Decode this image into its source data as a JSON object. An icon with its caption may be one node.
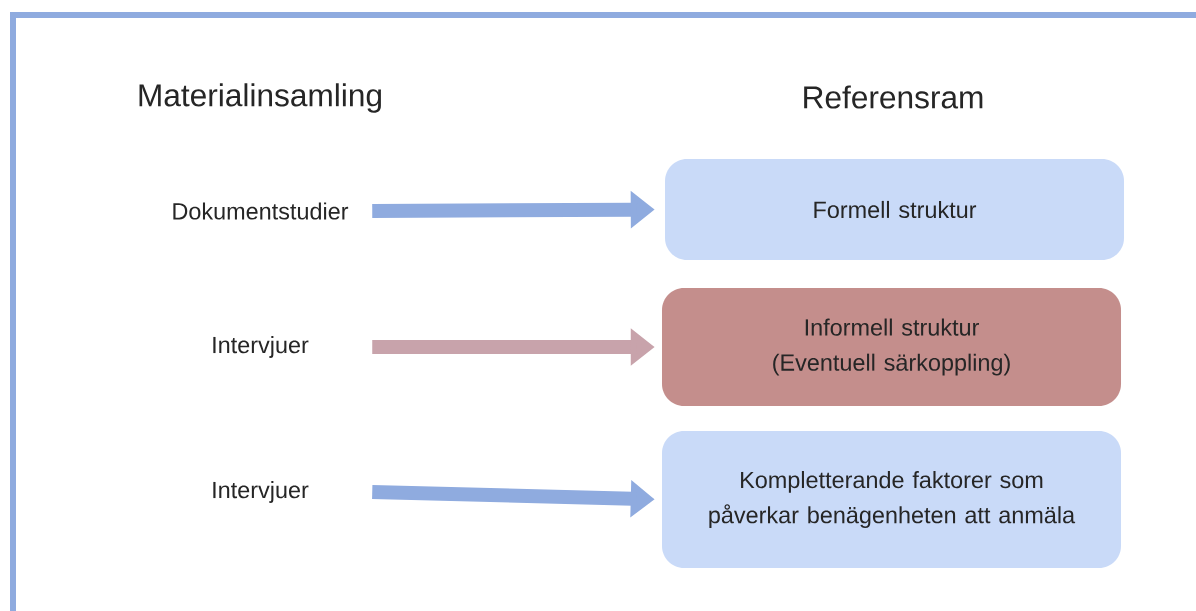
{
  "diagram": {
    "nodes": [
      {
        "text": [
          "Dokumentstudier"
        ]
      },
      {
        "text": [
          "Intervjuer"
        ]
      },
      {
        "text": [
          "Intervjuer"
        ]
      },
      {
        "text": [
          "Formell struktur"
        ]
      },
      {
        "text": [
          "Informell struktur (Eventuell särkoppling)"
        ]
      },
      {
        "text": [
          "Kompletterande faktorer som påverkar benägenheten att anmäla"
        ]
      }
    ],
    "edges": [
      {
        "from": 0,
        "to": 3,
        "arrow": "to"
      },
      {
        "from": 1,
        "to": 4,
        "arrow": "to",
        "color": "#c8a3ab"
      },
      {
        "from": 2,
        "to": 5,
        "arrow": "to"
      }
    ],
    "labels": [
      "Materialinsamling",
      "Referensram"
    ]
  }
}
